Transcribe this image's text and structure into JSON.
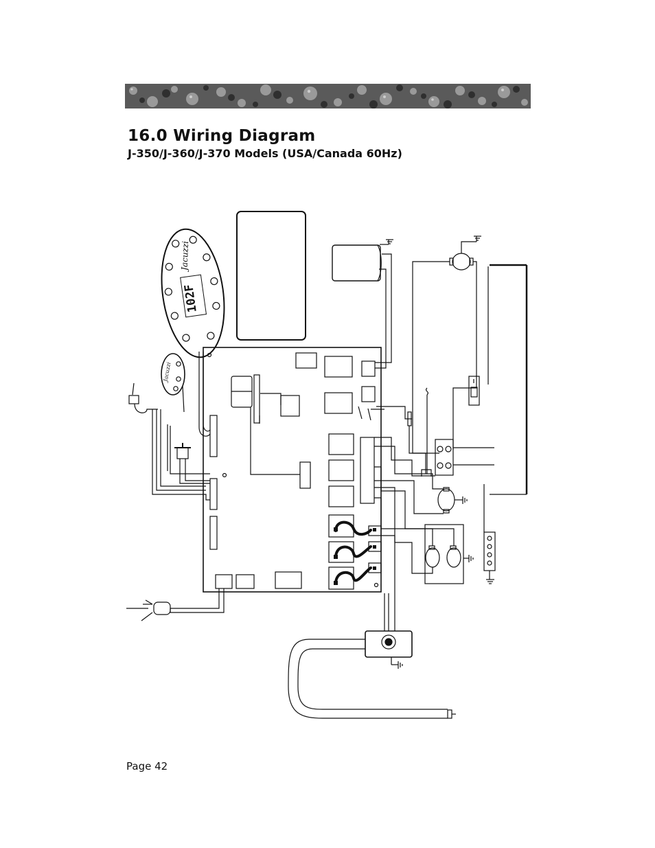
{
  "header": {
    "title": "16.0  Wiring Diagram",
    "subtitle": "J-350/J-360/J-370 Models (USA/Canada 60Hz)"
  },
  "keypad": {
    "brand": "Jacuzzi",
    "display": "102F"
  },
  "aux_keypad": {
    "brand": "Jacuzzi"
  },
  "footer": {
    "page": "Page 42"
  }
}
